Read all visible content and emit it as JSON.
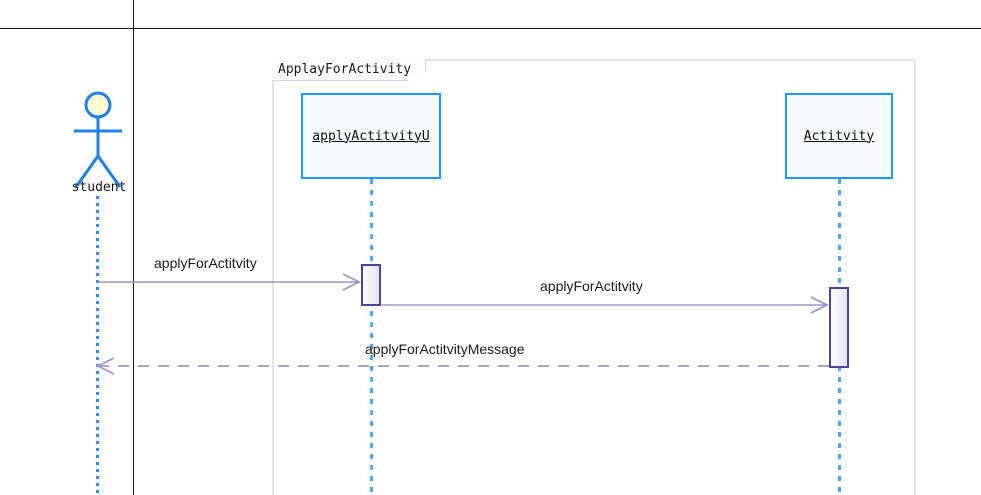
{
  "diagram": {
    "type": "uml-sequence-diagram",
    "frame": {
      "label": "ApplayForActivity"
    },
    "actor": {
      "name": "student",
      "icon": "actor-stick-figure"
    },
    "lifelines": [
      {
        "id": "student",
        "label": "student",
        "kind": "actor"
      },
      {
        "id": "applyactivityui",
        "label": "applyActitvityU",
        "kind": "object"
      },
      {
        "id": "activity",
        "label": "Actitvity",
        "kind": "object"
      }
    ],
    "messages": [
      {
        "id": "msg-1",
        "label": "applyForActitvity",
        "from": "student",
        "to": "applyactivityui",
        "style": "solid",
        "direction": "right"
      },
      {
        "id": "msg-2",
        "label": "applyForActitvity",
        "from": "applyactivityui",
        "to": "activity",
        "style": "solid",
        "direction": "right"
      },
      {
        "id": "msg-3",
        "label": "applyForActitvityMessage",
        "from": "activity",
        "to": "student",
        "style": "dashed",
        "direction": "left"
      }
    ],
    "colors": {
      "lifeline_box_border": "#2196f3",
      "lifeline_box_fill": "#f6fbfe",
      "lifeline_dotted": "#49a8f7",
      "actor_stroke": "#1f7fe8",
      "actor_head_fill": "#fbfbd0",
      "message_line": "#9a96cc",
      "activation_border": "#4b43a0",
      "activation_fill": "#e3e2f6",
      "frame_border": "#e4e2ee",
      "guide_line": "#1a1a1a"
    }
  }
}
